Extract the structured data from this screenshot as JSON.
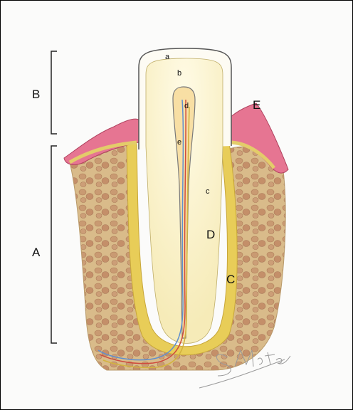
{
  "labels": {
    "A": "A",
    "B": "B",
    "C": "C",
    "D": "D",
    "E": "E",
    "a": "a",
    "b": "b",
    "c": "c",
    "d": "d",
    "e": "e"
  },
  "signature": "S Monte",
  "colors": {
    "bone": "#d6b784",
    "bone_speckle": "#c99a72",
    "gum": "#e36e8e",
    "dentin": "#fbf3cf",
    "enamel_outline": "#555555",
    "pulp": "#f7dca0",
    "ligament": "#e2c24a",
    "nerve_blue": "#5f8fcf",
    "nerve_red": "#cf4a3c",
    "nerve_yellow": "#d3b33f"
  }
}
